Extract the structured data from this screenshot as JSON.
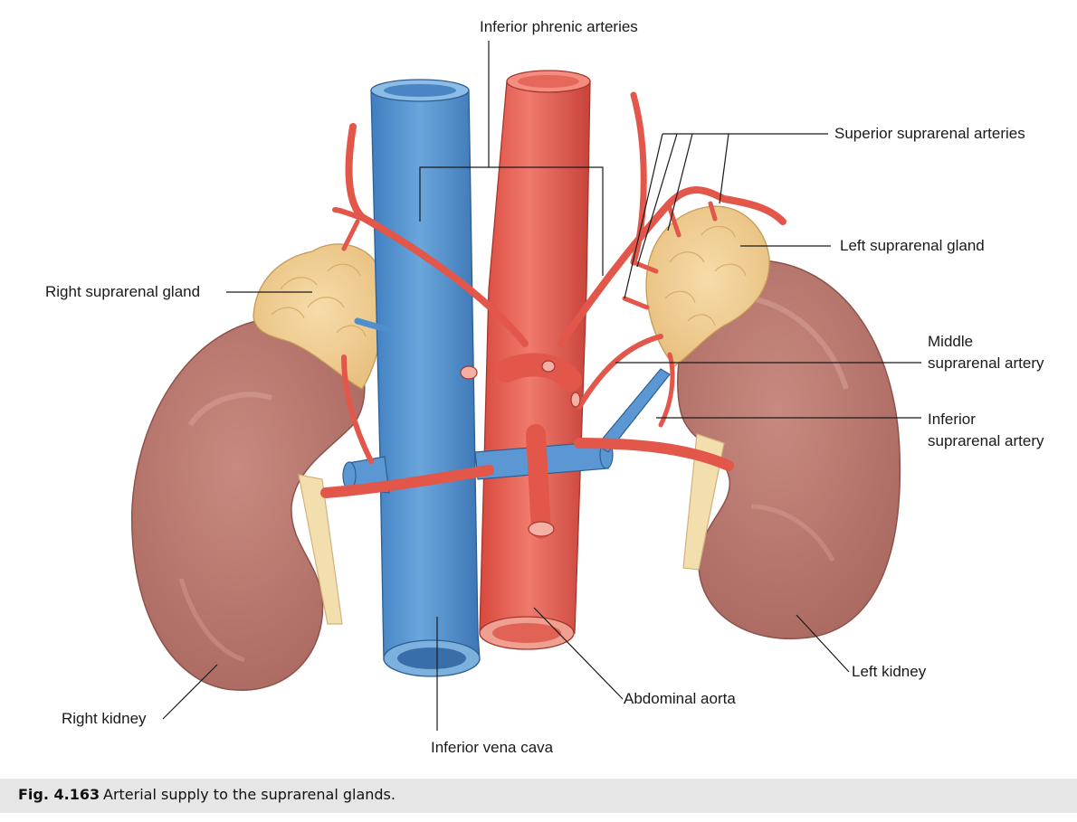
{
  "labels": {
    "inferior_phrenic": "Inferior phrenic arteries",
    "superior_suprarenal": "Superior suprarenal arteries",
    "left_gland": "Left suprarenal gland",
    "right_gland": "Right suprarenal gland",
    "middle_suprarenal_1": "Middle",
    "middle_suprarenal_2": "suprarenal artery",
    "inferior_suprarenal_1": "Inferior",
    "inferior_suprarenal_2": "suprarenal artery",
    "left_kidney": "Left kidney",
    "abdominal_aorta": "Abdominal aorta",
    "right_kidney": "Right kidney",
    "ivc": "Inferior vena cava"
  },
  "caption": {
    "number": "Fig. 4.163",
    "text": "Arterial supply to the suprarenal glands."
  },
  "colors": {
    "artery": "#e2574a",
    "vein": "#4f8fce",
    "kidney": "#b8766e",
    "gland": "#f1cf98",
    "ureter": "#f3deae"
  }
}
